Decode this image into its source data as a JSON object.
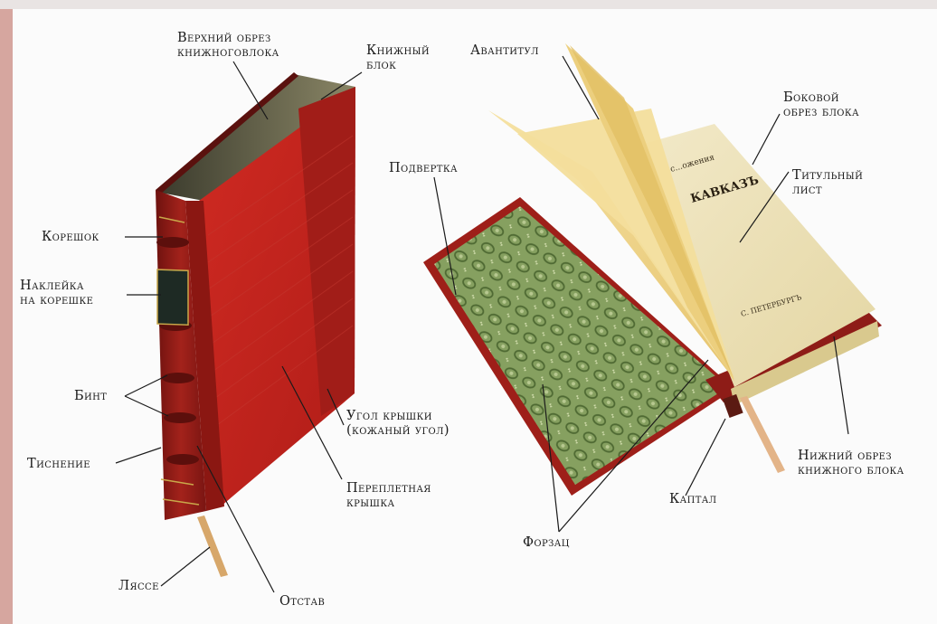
{
  "colors": {
    "leather": "#b8231d",
    "leather_dark": "#7a1512",
    "spine": "#8e1c17",
    "page_edge": "#e8dba8",
    "endpaper": "#7f9b5a",
    "flyleaf": "#f1d58e",
    "gold": "#c9a84a",
    "border_left": "#c98a82"
  },
  "left_book": {
    "top_edge": [
      "Верхний обрез",
      "книжноговлока"
    ],
    "book_block": [
      "Книжный",
      "блок"
    ],
    "spine": "Корешок",
    "spine_label": [
      "Наклейка",
      "на корешке"
    ],
    "band": "Бинт",
    "embossing": "Тиснение",
    "corner": [
      "Угол крышки",
      "(кожаный угол)"
    ],
    "cover": [
      "Переплетная",
      "крышка"
    ],
    "ribbon": "Ляссе",
    "hinge": "Отстав"
  },
  "right_book": {
    "half_title": "Авантитул",
    "fore_edge": [
      "Боковой",
      "обрез блока"
    ],
    "turn_in": "Подвертка",
    "title_page": [
      "Титульный",
      "лист"
    ],
    "bottom_edge": [
      "Нижний обрез",
      "книжного блока"
    ],
    "headband": "Каптал",
    "endpaper": "Форзац"
  },
  "title_page_text": {
    "line1": "с...ожения",
    "line2": "КАВКАЗЪ",
    "line3": "С. ПЕТЕРБУРГЪ"
  }
}
